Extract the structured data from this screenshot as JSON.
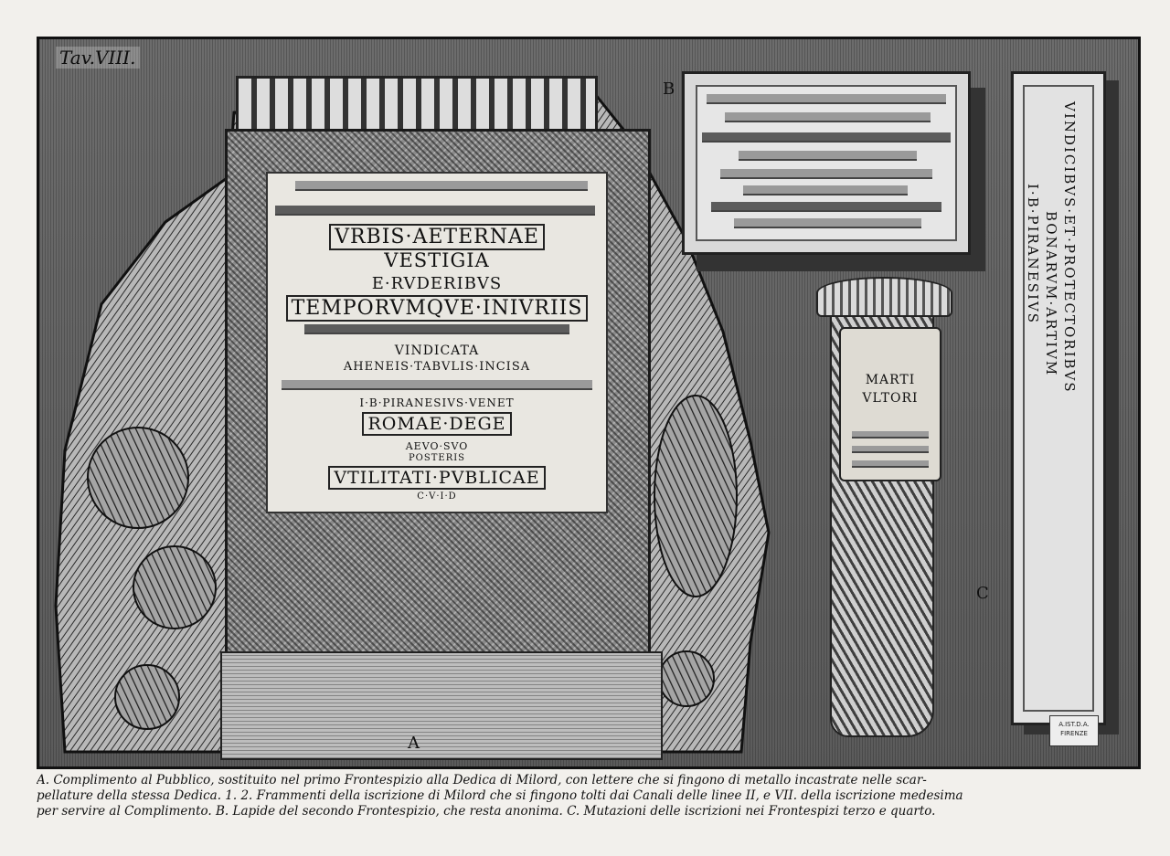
{
  "plate_label": "Tav.VIII.",
  "fragment_a": {
    "letter": "A",
    "inscription": [
      "VRBIS·AETERNAE",
      "VESTIGIA",
      "E·RVDERIBVS",
      "TEMPORVMQVE·INIVRIIS",
      "VINDICATA",
      "AHENEIS·TABVLIS·INCISA",
      "I·B·PIRANESIVS·VENET",
      "ROMAE·DEGE",
      "AEVO·SVO",
      "POSTERIS",
      "VTILITATI·PVBLICAE",
      "C·V·I·D"
    ]
  },
  "tablet_b": {
    "letter": "B"
  },
  "column_c": {
    "letter": "C",
    "inscription": [
      "MARTI",
      "VLTORI"
    ]
  },
  "strip_tablet": {
    "inscription": [
      "VINDICIBVS·ET·PROTECTORIBVS",
      "BONARVM·ARTIVM",
      "I·B·PIRANESIVS"
    ]
  },
  "stamp": {
    "line1": "A.IST.D.A.",
    "line2": "FIRENZE"
  },
  "caption": {
    "line1": "A. Complimento al Pubblico, sostituito nel primo Frontespizio alla Dedica di Milord, con lettere che si fingono di metallo incastrate nelle scar-",
    "line2": "pellature della stessa Dedica. 1. 2. Frammenti della iscrizione di Milord che si fingono tolti dai Canali delle linee II, e VII. della iscrizione medesima",
    "line3": "per servire al Complimento. B. Lapide del secondo Frontespizio, che resta anonima. C. Mutazioni delle iscrizioni nei Frontespizi terzo e quarto."
  }
}
